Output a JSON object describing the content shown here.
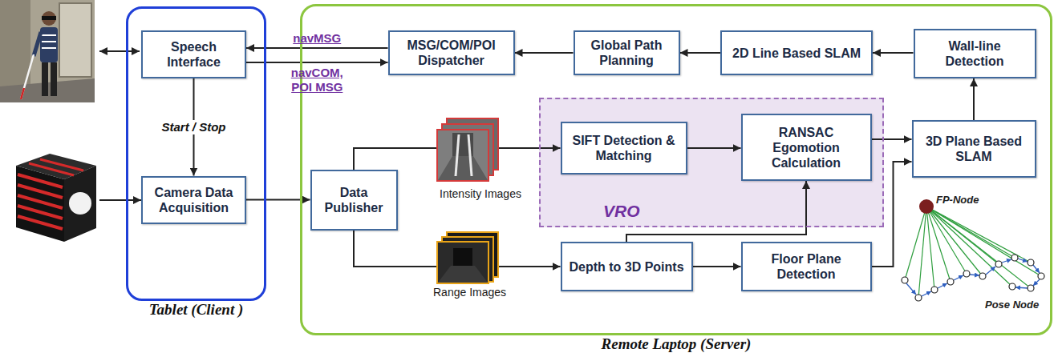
{
  "diagram": {
    "nodes": [
      {
        "text": [
          "Tablet (Client )"
        ]
      },
      {
        "text": [
          "Speech Interface"
        ],
        "in": 0
      },
      {
        "text": [
          "Camera Data Acquisition"
        ],
        "in": 0
      },
      {
        "text": [
          "Remote Laptop (Server)"
        ]
      },
      {
        "text": [
          "MSG/COM/POI Dispatcher"
        ],
        "in": 3
      },
      {
        "text": [
          "Global Path Planning"
        ],
        "in": 3
      },
      {
        "text": [
          "2D Line Based SLAM"
        ],
        "in": 3
      },
      {
        "text": [
          "Wall-line Detection"
        ],
        "in": 3
      },
      {
        "text": [
          "Data Publisher"
        ],
        "in": 3
      },
      {
        "text": [
          "VRO"
        ],
        "in": 3
      },
      {
        "text": [
          "SIFT Detection & Matching"
        ],
        "in": 9
      },
      {
        "text": [
          "RANSAC Egomotion Calculation"
        ],
        "in": 9
      },
      {
        "text": [
          "3D Plane Based SLAM"
        ],
        "in": 3
      },
      {
        "text": [
          "Depth to 3D Points"
        ],
        "in": 3
      },
      {
        "text": [
          "Floor Plane Detection"
        ],
        "in": 3
      }
    ],
    "edges": [
      {
        "from": 4,
        "to": 1,
        "arrow": "to",
        "label": "navMSG"
      },
      {
        "from": 1,
        "to": 4,
        "arrow": "to",
        "label": "navCOM, POI MSG"
      },
      {
        "from": 1,
        "to": 2,
        "arrow": "to",
        "label": "Start / Stop"
      },
      {
        "from": 2,
        "to": 8,
        "arrow": "to"
      },
      {
        "from": 8,
        "to": 10,
        "arrow": "to"
      },
      {
        "from": 8,
        "to": 13,
        "arrow": "to"
      },
      {
        "from": 10,
        "to": 11,
        "arrow": "to"
      },
      {
        "from": 13,
        "to": 11,
        "arrow": "to"
      },
      {
        "from": 13,
        "to": 14,
        "arrow": "to"
      },
      {
        "from": 14,
        "to": 12,
        "arrow": "to"
      },
      {
        "from": 11,
        "to": 12,
        "arrow": "to"
      },
      {
        "from": 12,
        "to": 7,
        "arrow": "to"
      },
      {
        "from": 7,
        "to": 6,
        "arrow": "to"
      },
      {
        "from": 6,
        "to": 5,
        "arrow": "to"
      },
      {
        "from": 5,
        "to": 4,
        "arrow": "to"
      }
    ],
    "labels": [
      "Intensity Images",
      "Range Images",
      "FP-Node",
      "Pose Node"
    ]
  }
}
